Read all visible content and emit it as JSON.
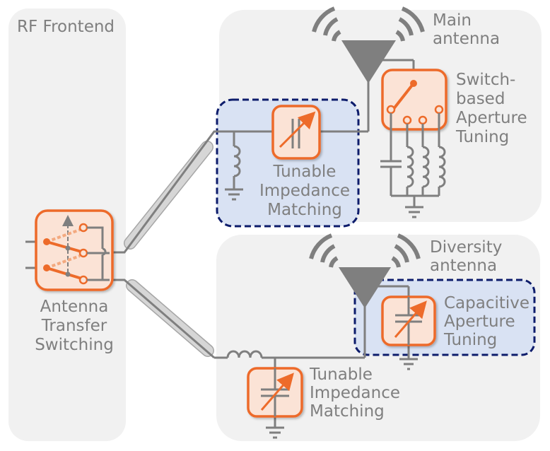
{
  "colors": {
    "panel": "#f1f1f1",
    "wire": "#7f7f7f",
    "accent": "#ed6b2a",
    "component_fill": "#fbe3d6",
    "highlight_fill": "#d9e2f3",
    "highlight_border": "#0d1c6b"
  },
  "panels": {
    "rf_frontend": {
      "title": "RF Frontend"
    },
    "main": {
      "antenna_label": [
        "Main",
        "antenna"
      ]
    },
    "diversity": {
      "antenna_label": [
        "Diversity",
        "antenna"
      ]
    }
  },
  "components": {
    "antenna_transfer_switching": {
      "label": [
        "Antenna",
        "Transfer",
        "Switching"
      ],
      "icon": "dual-switch-icon"
    },
    "main_tunable_impedance_matching": {
      "label": [
        "Tunable",
        "Impedance",
        "Matching"
      ],
      "icon": "variable-capacitor-icon",
      "highlighted": true
    },
    "switch_based_aperture_tuning": {
      "label": [
        "Switch-",
        "based",
        "Aperture",
        "Tuning"
      ],
      "icon": "switch-icon"
    },
    "capacitive_aperture_tuning": {
      "label": [
        "Capacitive",
        "Aperture",
        "Tuning"
      ],
      "icon": "variable-capacitor-icon",
      "highlighted": true
    },
    "diversity_tunable_impedance_matching": {
      "label": [
        "Tunable",
        "Impedance",
        "Matching"
      ],
      "icon": "variable-capacitor-icon"
    }
  }
}
